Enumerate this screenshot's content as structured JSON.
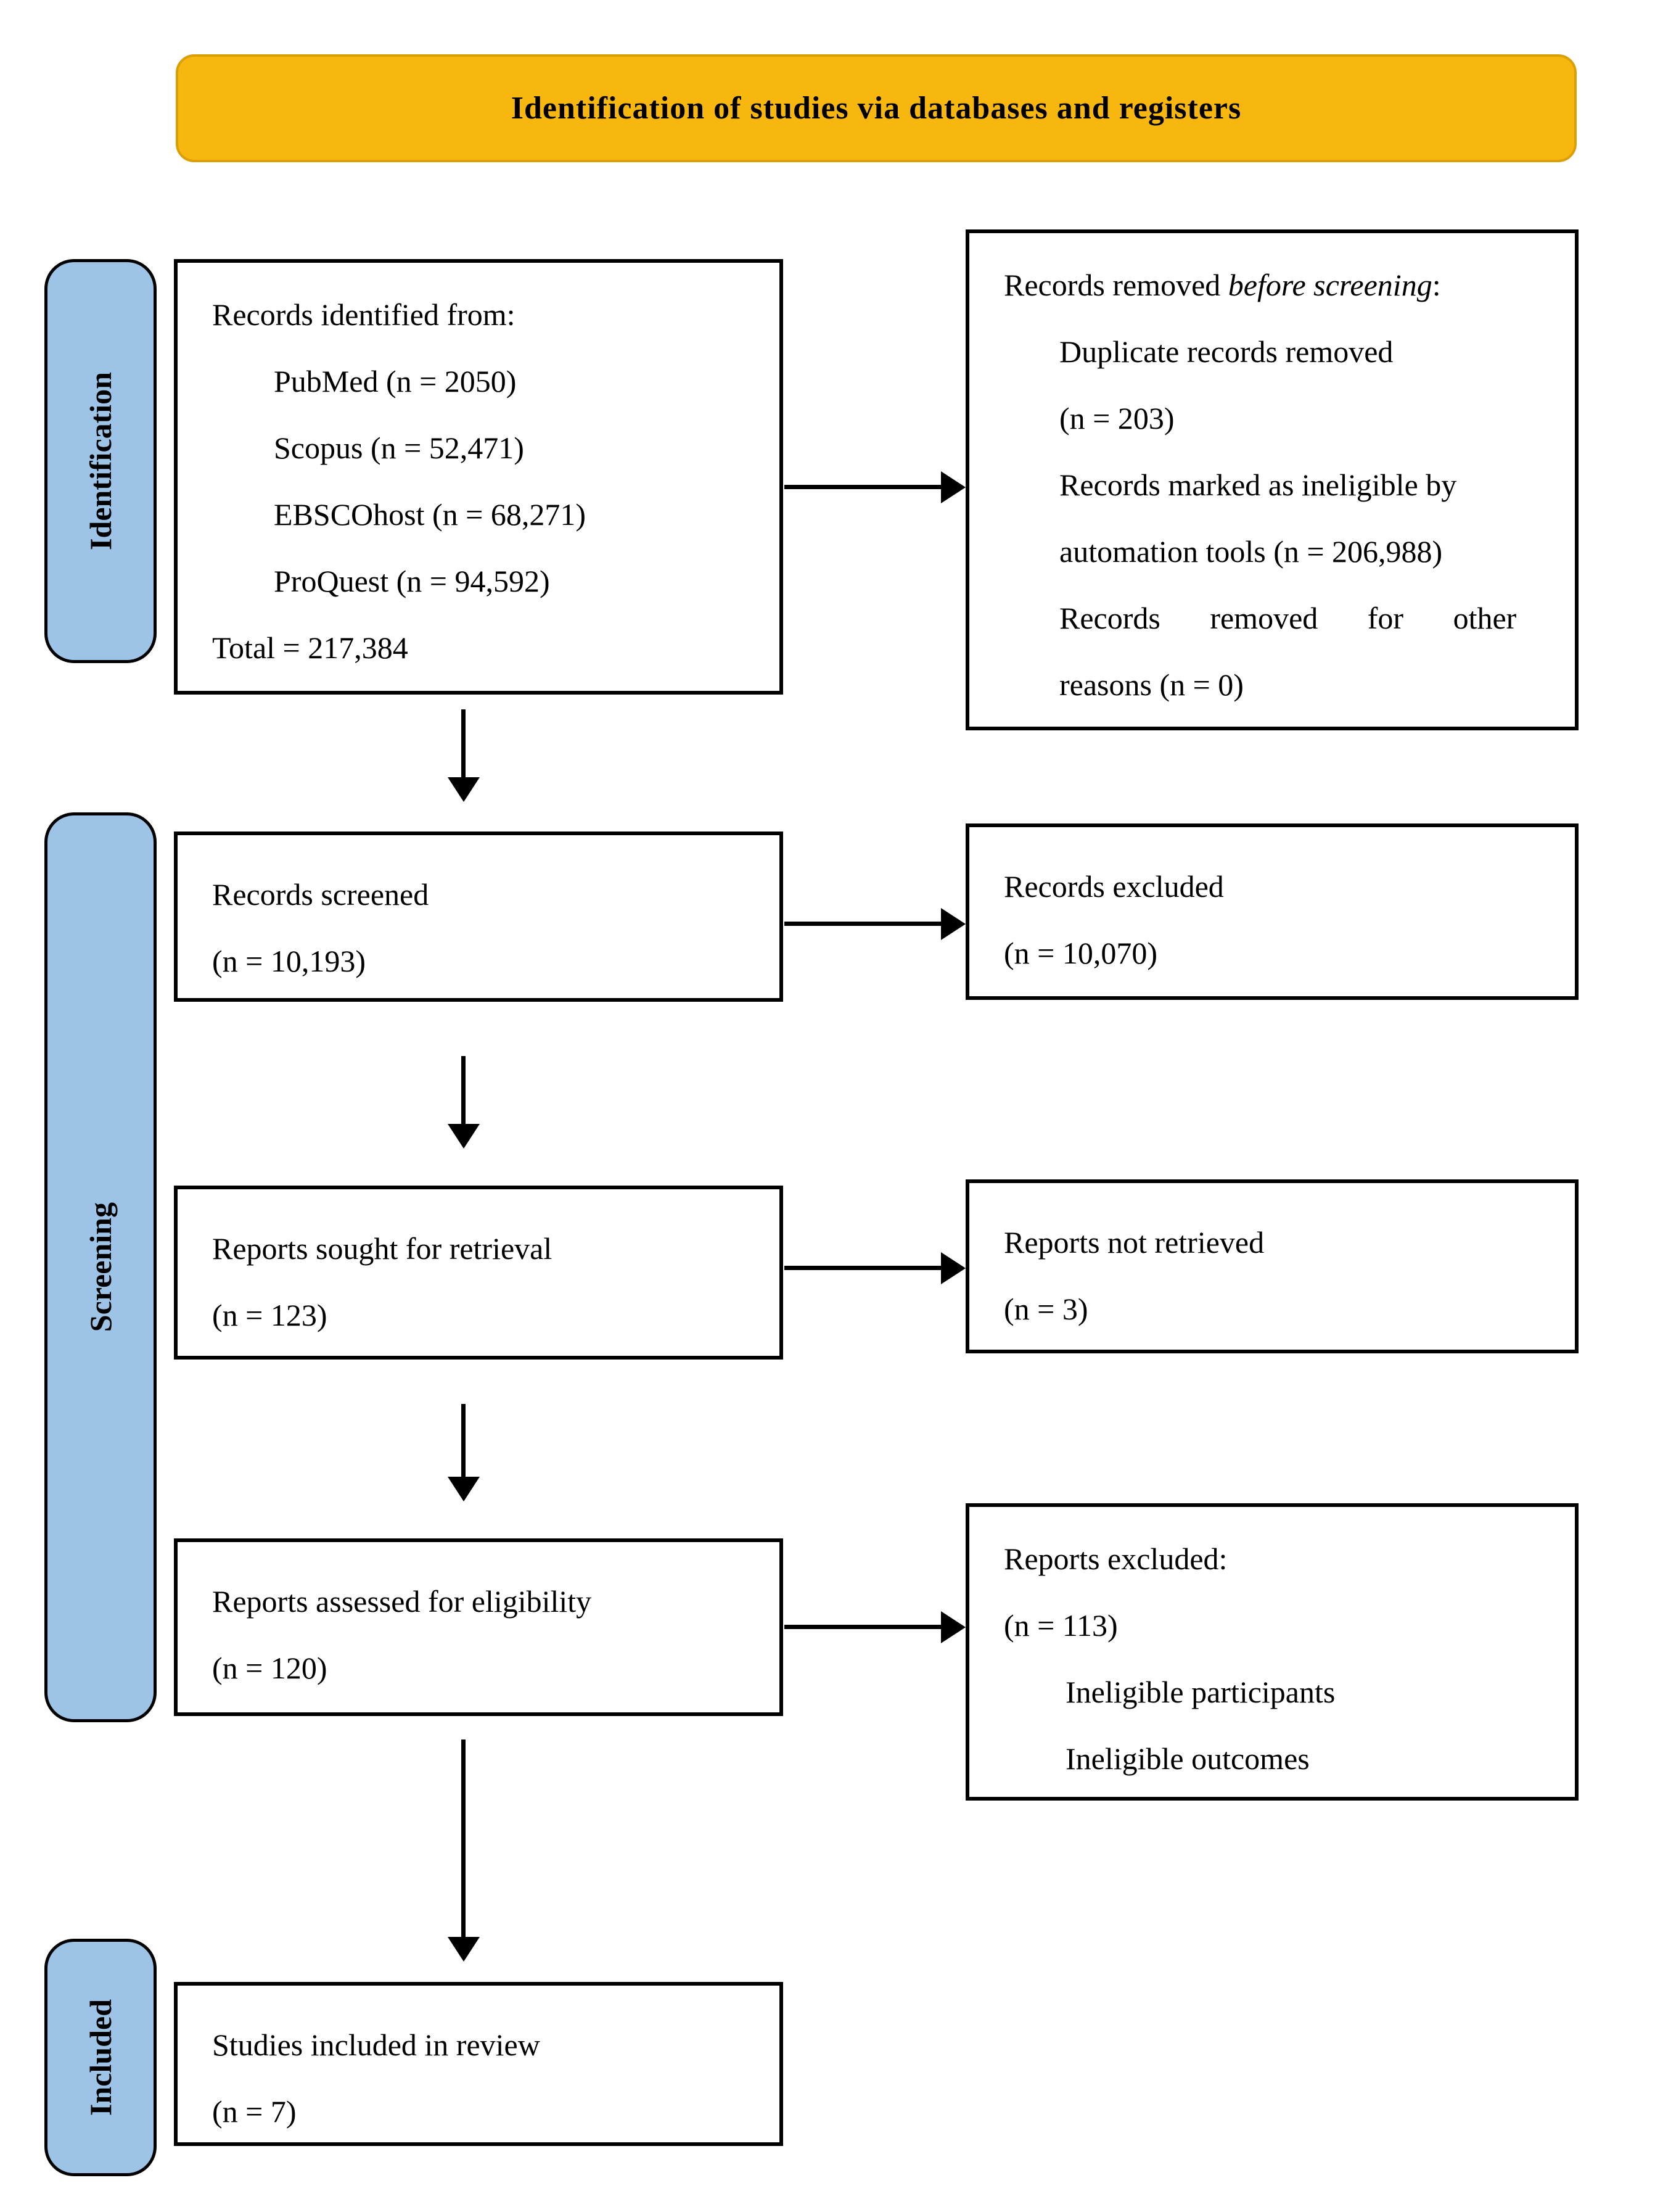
{
  "banner": {
    "title": "Identification of studies via databases and registers"
  },
  "colors": {
    "banner_bg": "#F7B70E",
    "banner_border": "#DA9F05",
    "stage_bg": "#9DC3E6"
  },
  "stage_labels": {
    "identification": "Identification",
    "screening": "Screening",
    "included": "Included"
  },
  "flow": {
    "records_identified": {
      "heading": "Records identified from:",
      "pubmed": "PubMed (n = 2050)",
      "scopus": "Scopus (n = 52,471)",
      "ebscohost": "EBSCOhost (n = 68,271)",
      "proquest": "ProQuest (n = 94,592)",
      "total": "Total = 217,384"
    },
    "records_removed": {
      "heading_prefix": "Records removed ",
      "heading_italic": "before screening",
      "heading_suffix": ":",
      "duplicate_line1": "Duplicate records removed",
      "duplicate_line2": "(n = 203)",
      "ineligible_line1": "Records marked as ineligible by",
      "ineligible_line2": "automation tools (n = 206,988)",
      "other_line1": "Records removed for other",
      "other_line2": "reasons (n = 0)"
    },
    "records_screened": {
      "line1": "Records screened",
      "line2": "(n = 10,193)"
    },
    "records_excluded": {
      "line1": "Records excluded",
      "line2": "(n = 10,070)"
    },
    "reports_sought": {
      "line1": "Reports sought for retrieval",
      "line2": "(n = 123)"
    },
    "reports_not_retrieved": {
      "line1": "Reports not retrieved",
      "line2": "(n = 3)"
    },
    "reports_assessed": {
      "line1": "Reports assessed for eligibility",
      "line2": "(n = 120)"
    },
    "reports_excluded": {
      "line1": "Reports excluded:",
      "line2": "(n = 113)",
      "reason1": "Ineligible participants",
      "reason2": "Ineligible outcomes"
    },
    "studies_included": {
      "line1": "Studies included in review",
      "line2": "(n = 7)"
    }
  }
}
